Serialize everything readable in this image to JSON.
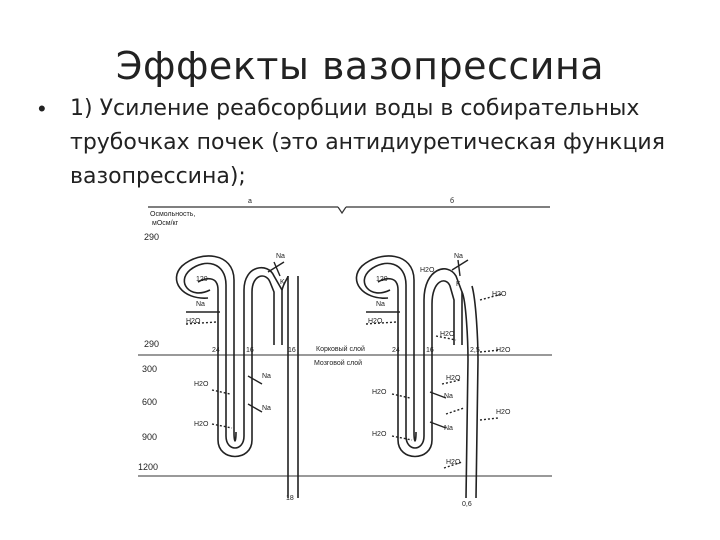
{
  "slide": {
    "title": "Эффекты вазопрессина",
    "bullet_marker": "•",
    "bullet": "1) Усиление реабсорбции воды в собирательных трубочках почек (это антидиуретическая функция вазопрессина);"
  },
  "figure": {
    "panel_a_label": "а",
    "panel_b_label": "б",
    "axis_title_line1": "Осмольность,",
    "axis_title_line2": "мОсм/кг",
    "osmolality_levels": [
      "290",
      "290",
      "300",
      "600",
      "900",
      "1200"
    ],
    "cortex_label": "Корковый слой",
    "medulla_label": "Мозговой слой",
    "labels": {
      "na": "Na",
      "k": "K",
      "h2o": "H2O",
      "v120": "120",
      "v24": "24",
      "v16": "16",
      "v16b": "16",
      "v18": "18",
      "v25": "2,5",
      "v06": "0,6"
    }
  }
}
